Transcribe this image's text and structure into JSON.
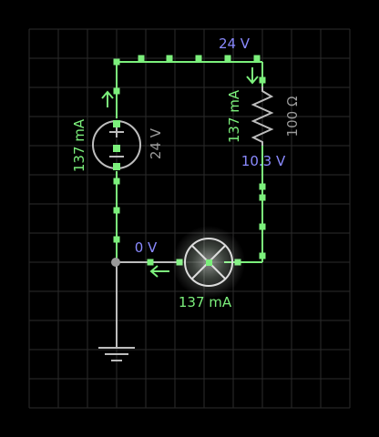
{
  "colors": {
    "background": "#000000",
    "grid": "#2b2b2b",
    "wire_live": "#7cf07c",
    "wire_dead": "#bdbdbd",
    "node": "#7cf07c",
    "voltage_label": "#8a8aff",
    "current_label": "#7cf07c",
    "component_value": "#9a9a9a"
  },
  "labels": {
    "top_voltage": "24 V",
    "source_current": "137 mA",
    "source_voltage": "24 V",
    "resistor_current": "137 mA",
    "resistor_value": "100 Ω",
    "resistor_bottom_voltage": "10.3 V",
    "ground_voltage": "0 V",
    "lamp_current": "137 mA"
  }
}
